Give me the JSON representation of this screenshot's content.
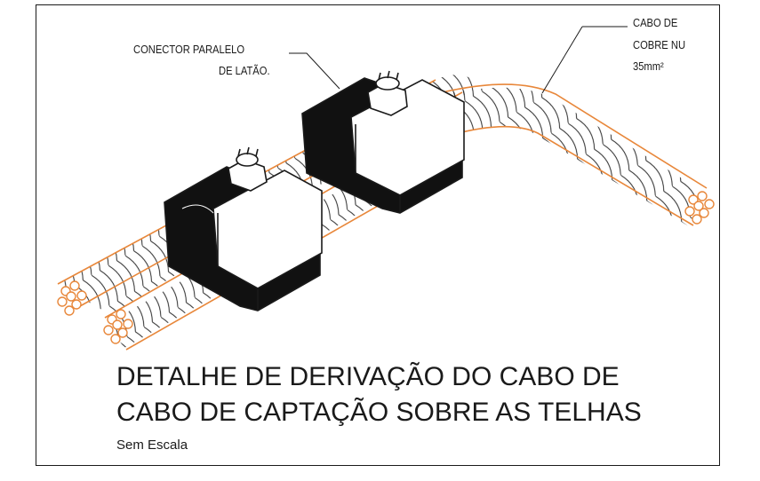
{
  "labels": {
    "connector_line1": "CONECTOR PARALELO",
    "connector_line2": "DE LATÃO.",
    "cable_line1": "CABO DE",
    "cable_line2": "COBRE NU",
    "cable_line3": "35mm²"
  },
  "title": {
    "line1": "DETALHE DE DERIVAÇÃO DO CABO DE",
    "line2": "CABO DE CAPTAÇÃO SOBRE AS TELHAS"
  },
  "scale_note": "Sem Escala",
  "colors": {
    "cable_outline": "#e8873a",
    "line": "#1a1a1a",
    "background": "#ffffff"
  },
  "icons": [
    "bolt-icon",
    "nut-icon",
    "cable-strand-icon"
  ]
}
